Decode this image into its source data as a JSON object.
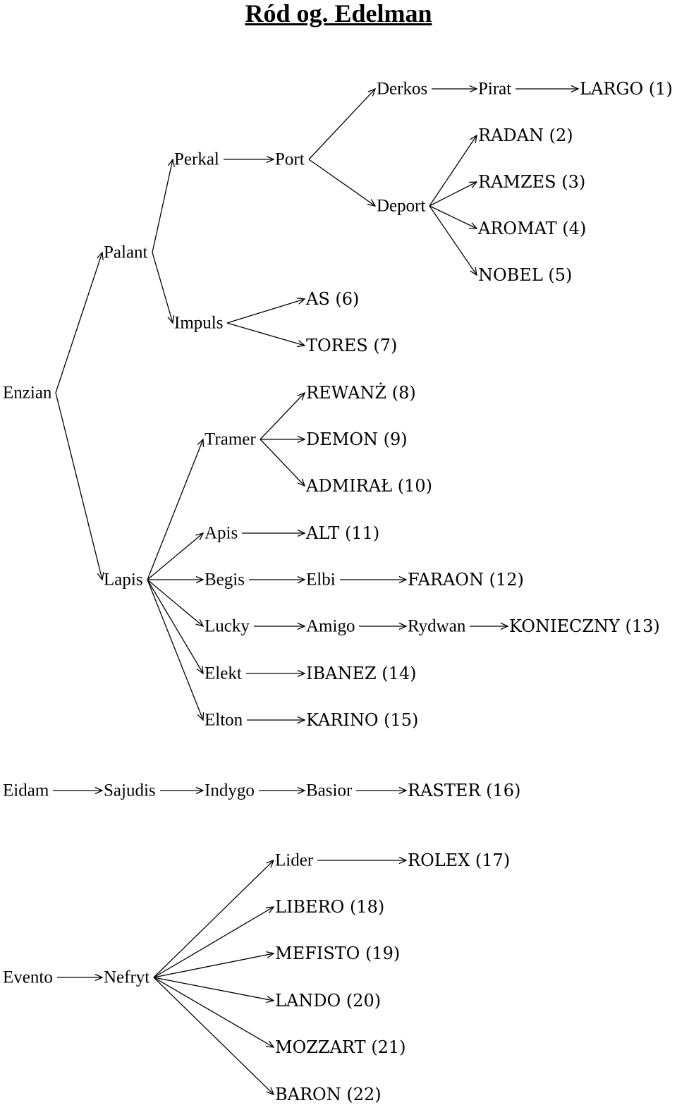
{
  "title": "Ród og. Edelman",
  "nodes": [
    {
      "id": "derkos",
      "label": "Derkos",
      "leaf": false
    },
    {
      "id": "pirat",
      "label": "Pirat",
      "leaf": false
    },
    {
      "id": "largo",
      "label": "LARGO (1)",
      "leaf": true
    },
    {
      "id": "perkal",
      "label": "Perkal",
      "leaf": false
    },
    {
      "id": "port",
      "label": "Port",
      "leaf": false
    },
    {
      "id": "radan",
      "label": "RADAN (2)",
      "leaf": true
    },
    {
      "id": "ramzes",
      "label": "RAMZES (3)",
      "leaf": true
    },
    {
      "id": "deport",
      "label": "Deport",
      "leaf": false
    },
    {
      "id": "aromat",
      "label": "AROMAT (4)",
      "leaf": true
    },
    {
      "id": "palant",
      "label": "Palant",
      "leaf": false
    },
    {
      "id": "nobel",
      "label": "NOBEL (5)",
      "leaf": true
    },
    {
      "id": "as",
      "label": "AS (6)",
      "leaf": true
    },
    {
      "id": "impuls",
      "label": "Impuls",
      "leaf": false
    },
    {
      "id": "tores",
      "label": "TORES (7)",
      "leaf": true
    },
    {
      "id": "enzian",
      "label": "Enzian",
      "leaf": false
    },
    {
      "id": "rewanz",
      "label": "REWANŻ (8)",
      "leaf": true
    },
    {
      "id": "tramer",
      "label": "Tramer",
      "leaf": false
    },
    {
      "id": "demon",
      "label": "DEMON (9)",
      "leaf": true
    },
    {
      "id": "admiral",
      "label": "ADMIRAŁ (10)",
      "leaf": true
    },
    {
      "id": "apis",
      "label": "Apis",
      "leaf": false
    },
    {
      "id": "alt",
      "label": "ALT (11)",
      "leaf": true
    },
    {
      "id": "lapis",
      "label": "Lapis",
      "leaf": false
    },
    {
      "id": "begis",
      "label": "Begis",
      "leaf": false
    },
    {
      "id": "elbi",
      "label": "Elbi",
      "leaf": false
    },
    {
      "id": "faraon",
      "label": "FARAON (12)",
      "leaf": true
    },
    {
      "id": "lucky",
      "label": "Lucky",
      "leaf": false
    },
    {
      "id": "amigo",
      "label": "Amigo",
      "leaf": false
    },
    {
      "id": "rydwan",
      "label": "Rydwan",
      "leaf": false
    },
    {
      "id": "konieczny",
      "label": "KONIECZNY (13)",
      "leaf": true
    },
    {
      "id": "elekt",
      "label": "Elekt",
      "leaf": false
    },
    {
      "id": "ibanez",
      "label": "IBANEZ (14)",
      "leaf": true
    },
    {
      "id": "elton",
      "label": "Elton",
      "leaf": false
    },
    {
      "id": "karino",
      "label": "KARINO (15)",
      "leaf": true
    },
    {
      "id": "eidam",
      "label": "Eidam",
      "leaf": false
    },
    {
      "id": "sajudis",
      "label": "Sajudis",
      "leaf": false
    },
    {
      "id": "indygo",
      "label": "Indygo",
      "leaf": false
    },
    {
      "id": "basior",
      "label": "Basior",
      "leaf": false
    },
    {
      "id": "raster",
      "label": "RASTER (16)",
      "leaf": true
    },
    {
      "id": "lider",
      "label": "Lider",
      "leaf": false
    },
    {
      "id": "rolex",
      "label": "ROLEX (17)",
      "leaf": true
    },
    {
      "id": "libero",
      "label": "LIBERO (18)",
      "leaf": true
    },
    {
      "id": "mefisto",
      "label": "MEFISTO (19)",
      "leaf": true
    },
    {
      "id": "evento",
      "label": "Evento",
      "leaf": false
    },
    {
      "id": "nefryt",
      "label": "Nefryt",
      "leaf": false
    },
    {
      "id": "lando",
      "label": "LANDO (20)",
      "leaf": true
    },
    {
      "id": "mozzart",
      "label": "MOZZART (21)",
      "leaf": true
    },
    {
      "id": "baron",
      "label": "BARON (22)",
      "leaf": true
    }
  ],
  "edges": [
    [
      "derkos",
      "pirat"
    ],
    [
      "pirat",
      "largo"
    ],
    [
      "port",
      "derkos"
    ],
    [
      "port",
      "deport"
    ],
    [
      "perkal",
      "port"
    ],
    [
      "deport",
      "radan"
    ],
    [
      "deport",
      "ramzes"
    ],
    [
      "deport",
      "aromat"
    ],
    [
      "deport",
      "nobel"
    ],
    [
      "palant",
      "perkal"
    ],
    [
      "palant",
      "impuls"
    ],
    [
      "impuls",
      "as"
    ],
    [
      "impuls",
      "tores"
    ],
    [
      "enzian",
      "palant"
    ],
    [
      "enzian",
      "lapis"
    ],
    [
      "tramer",
      "rewanz"
    ],
    [
      "tramer",
      "demon"
    ],
    [
      "tramer",
      "admiral"
    ],
    [
      "apis",
      "alt"
    ],
    [
      "lapis",
      "tramer"
    ],
    [
      "lapis",
      "apis"
    ],
    [
      "lapis",
      "begis"
    ],
    [
      "lapis",
      "lucky"
    ],
    [
      "lapis",
      "elekt"
    ],
    [
      "lapis",
      "elton"
    ],
    [
      "begis",
      "elbi"
    ],
    [
      "elbi",
      "faraon"
    ],
    [
      "lucky",
      "amigo"
    ],
    [
      "amigo",
      "rydwan"
    ],
    [
      "rydwan",
      "konieczny"
    ],
    [
      "elekt",
      "ibanez"
    ],
    [
      "elton",
      "karino"
    ],
    [
      "eidam",
      "sajudis"
    ],
    [
      "sajudis",
      "indygo"
    ],
    [
      "indygo",
      "basior"
    ],
    [
      "basior",
      "raster"
    ],
    [
      "evento",
      "nefryt"
    ],
    [
      "nefryt",
      "lider"
    ],
    [
      "nefryt",
      "libero"
    ],
    [
      "nefryt",
      "mefisto"
    ],
    [
      "nefryt",
      "lando"
    ],
    [
      "nefryt",
      "mozzart"
    ],
    [
      "nefryt",
      "baron"
    ],
    [
      "lider",
      "rolex"
    ]
  ]
}
